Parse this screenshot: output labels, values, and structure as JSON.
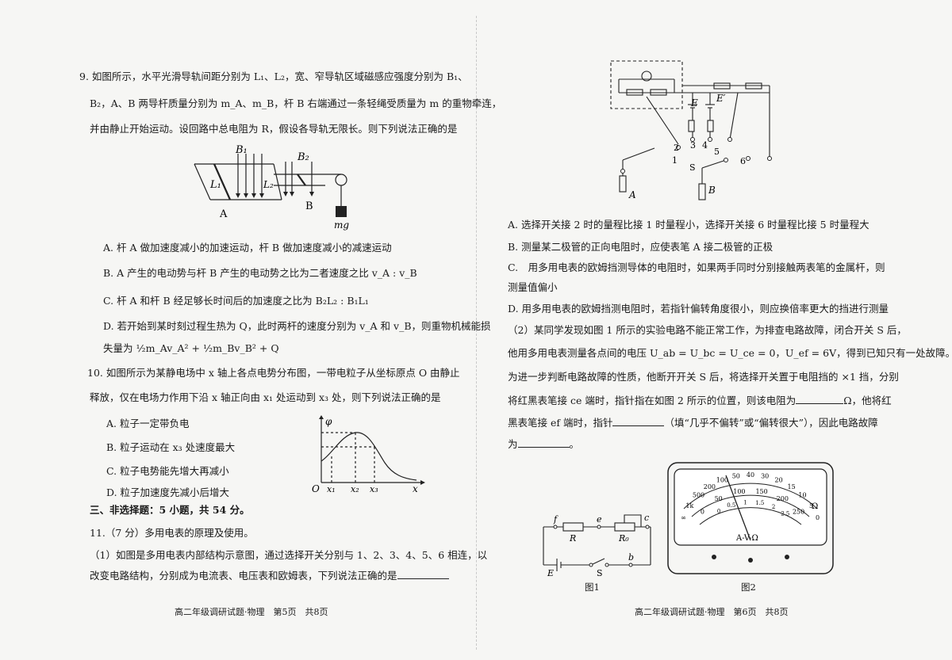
{
  "left": {
    "q9": {
      "line1": "9. 如图所示，水平光滑导轨间距分别为 L₁、L₂，宽、窄导轨区域磁感应强度分别为 B₁、",
      "line2": "B₂，A、B 两导杆质量分别为 m_A、m_B，杆 B 右端通过一条轻绳受质量为 m 的重物牵连，",
      "line3": "并由静止开始运动。设回路中总电阻为 R，假设各导轨无限长。则下列说法正确的是",
      "fig_labels": {
        "B1": "B₁",
        "B2": "B₂",
        "L1": "L₁",
        "L2": "L₂",
        "A": "A",
        "B": "B",
        "mg": "mg"
      },
      "optA": "A. 杆 A 做加速度减小的加速运动，杆 B 做加速度减小的减速运动",
      "optB": "B. A 产生的电动势与杆 B 产生的电动势之比为二者速度之比 v_A : v_B",
      "optC": "C. 杆 A 和杆 B 经足够长时间后的加速度之比为 B₂L₂ : B₁L₁",
      "optD1": "D. 若开始到某时刻过程生热为 Q，此时两杆的速度分别为 v_A 和 v_B，则重物机械能损",
      "optD2": "失量为 ½m_Av_A² + ½m_Bv_B² + Q"
    },
    "q10": {
      "line1": "10. 如图所示为某静电场中 x 轴上各点电势分布图，一带电粒子从坐标原点 O 由静止",
      "line2": "释放，仅在电场力作用下沿 x 轴正向由 x₁ 处运动到 x₃ 处，则下列说法正确的是",
      "optA": "A. 粒子一定带负电",
      "optB": "B. 粒子运动在 x₃ 处速度最大",
      "optC": "C. 粒子电势能先增大再减小",
      "optD": "D. 粒子加速度先减小后增大",
      "graph": {
        "phi": "φ",
        "O": "O",
        "x1": "x₁",
        "x2": "x₂",
        "x3": "x₃",
        "x": "x"
      }
    },
    "section3": "三、非选择题：5 小题，共 54 分。",
    "q11": {
      "title": "11.（7 分）多用电表的原理及使用。",
      "p1_line1": "（1）如图是多用电表内部结构示意图，通过选择开关分别与 1、2、3、4、5、6 相连，以",
      "p1_line2": "改变电路结构，分别成为电流表、电压表和欧姆表，下列说法正确的是"
    },
    "footer": "高二年级调研试题·物理　第5页　共8页"
  },
  "right": {
    "circuit_labels": {
      "E": "E",
      "Eprime": "E′",
      "n1": "1",
      "n2": "2",
      "n3": "3",
      "n4": "4",
      "n5": "5",
      "n6": "6",
      "S": "S",
      "A": "A",
      "B": "B"
    },
    "optA": "A. 选择开关接 2 时的量程比接 1 时量程小，选择开关接 6 时量程比接 5 时量程大",
    "optB": "B. 测量某二极管的正向电阻时，应使表笔 A 接二极管的正极",
    "optC1": "C.　用多用电表的欧姆挡测导体的电阻时，如果两手同时分别接触两表笔的金属杆，则",
    "optC2": "测量值偏小",
    "optD": "D. 用多用电表的欧姆挡测电阻时，若指针偏转角度很小，则应换倍率更大的挡进行测量",
    "p2_line1": "（2）某同学发现如图 1 所示的实验电路不能正常工作，为排查电路故障，闭合开关 S 后，",
    "p2_line2a": "他用多用电表测量各点间的电压 U_ab = U_bc = U_ce = 0，U_ef = 6V，得到已知只有一处故障。",
    "p2_line3": "为进一步判断电路故障的性质，他断开开关 S 后，将选择开关置于电阻挡的 ×1 挡，分别",
    "p2_line4a": "将红黑表笔接 ce 端时，指针指在如图 2 所示的位置，则该电阻为",
    "p2_line4b": "Ω，他将红",
    "p2_line5a": "黑表笔接 ef 端时，指针",
    "p2_line5b": "（填“几乎不偏转”或“偏转很大”），因此电路故障",
    "p2_line6a": "为",
    "p2_line6b": "。",
    "fig1": {
      "caption": "图1",
      "labels": {
        "f": "f",
        "e": "e",
        "c": "c",
        "R": "R",
        "R0": "R₀",
        "E": "E",
        "S": "S",
        "b": "b"
      }
    },
    "fig2": {
      "caption": "图2",
      "ohm_ticks": [
        "∞",
        "1k",
        "500",
        "200",
        "100",
        "50",
        "40",
        "30",
        "20",
        "15",
        "10",
        "5",
        "0"
      ],
      "dc_ticks": [
        "0",
        "50",
        "100",
        "150",
        "200",
        "250"
      ],
      "ac_ticks": [
        "0",
        "0.5",
        "1",
        "1.5",
        "2",
        "2.5"
      ],
      "omega": "Ω",
      "dial_label": "A-V-Ω"
    },
    "footer": "高二年级调研试题·物理　第6页　共8页"
  }
}
